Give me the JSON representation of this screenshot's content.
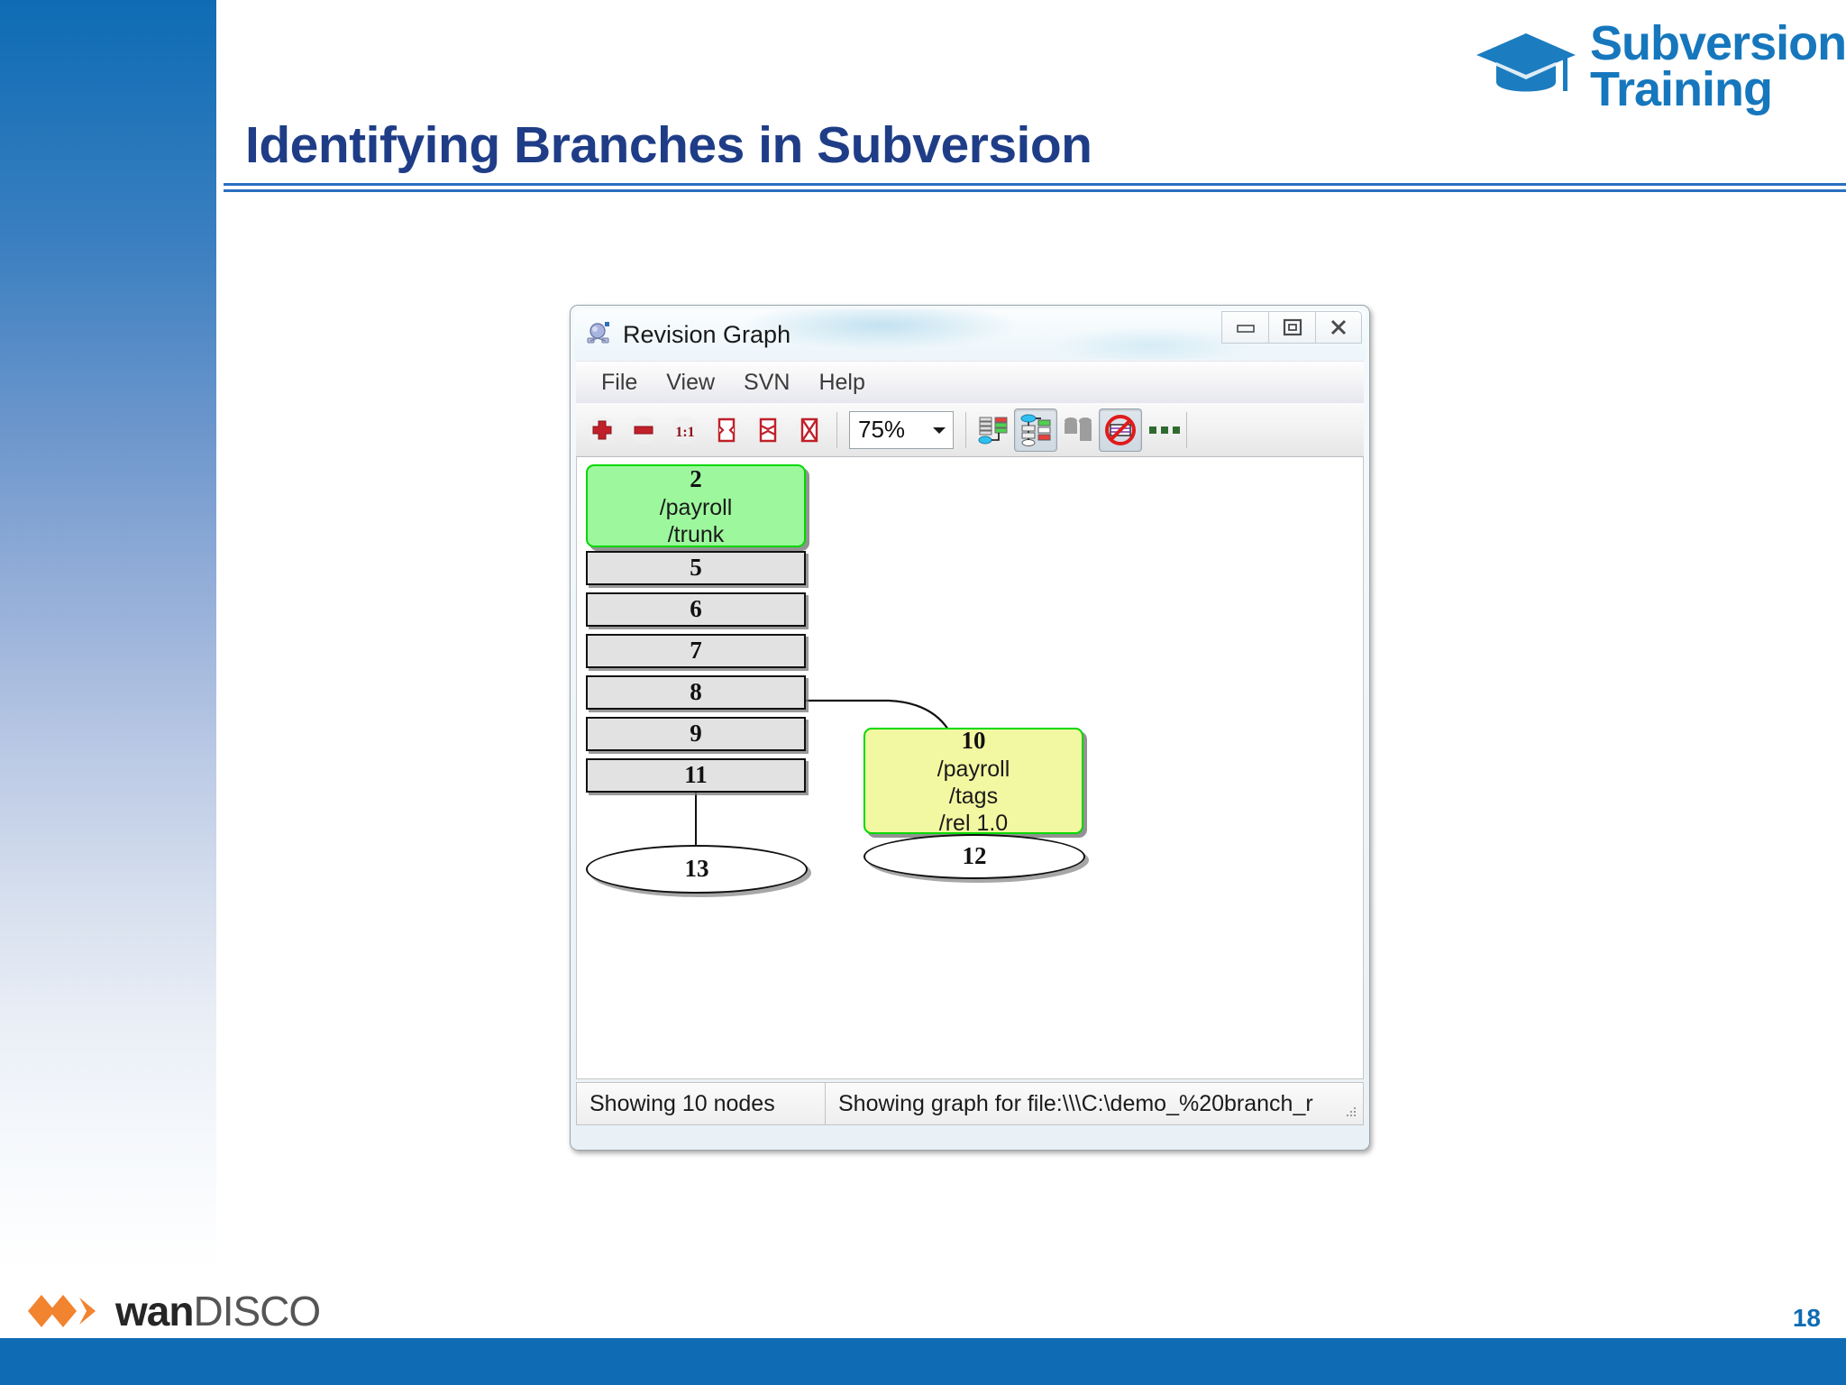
{
  "slide": {
    "title": "Identifying Branches in Subversion",
    "page_number": "18",
    "accent_blue": "#0f6cb4",
    "title_color": "#1f3d87"
  },
  "header": {
    "logo_line1": "Subversion",
    "logo_line2": "Training",
    "logo_icon": "graduation-cap-icon",
    "logo_color": "#1677bd"
  },
  "footer": {
    "brand_wan": "wan",
    "brand_disco": "DISCO",
    "mark_color": "#f2832f"
  },
  "window": {
    "title": "Revision Graph",
    "app_icon": "revision-graph-icon",
    "controls": {
      "minimize": "minimize-icon",
      "maximize": "maximize-icon",
      "close": "close-icon"
    },
    "menu": [
      {
        "label": "File"
      },
      {
        "label": "View"
      },
      {
        "label": "SVN"
      },
      {
        "label": "Help"
      }
    ],
    "toolbar": {
      "buttons": [
        {
          "name": "zoom-in-icon",
          "pressed": false
        },
        {
          "name": "zoom-out-icon",
          "pressed": false
        },
        {
          "name": "zoom-100-icon",
          "pressed": false
        },
        {
          "name": "fit-width-icon",
          "pressed": false
        },
        {
          "name": "fit-height-icon",
          "pressed": false
        },
        {
          "name": "fit-all-icon",
          "pressed": false
        }
      ],
      "zoom_value": "75%",
      "right_buttons": [
        {
          "name": "show-all-revisions-icon",
          "pressed": false
        },
        {
          "name": "group-branches-icon",
          "pressed": true
        },
        {
          "name": "show-heads-only-icon",
          "pressed": false
        },
        {
          "name": "hide-tags-icon",
          "pressed": true
        }
      ],
      "overflow": "overflow-dots-icon"
    },
    "statusbar": {
      "nodes_text": "Showing 10 nodes",
      "graph_text": "Showing graph for file:\\\\\\C:\\demo_%20branch_r"
    }
  },
  "graph": {
    "nodes": [
      {
        "id": "n2",
        "type": "branch",
        "rev": "2",
        "lines": [
          "/payroll",
          "/trunk"
        ]
      },
      {
        "id": "n5",
        "type": "rev",
        "rev": "5",
        "lines": []
      },
      {
        "id": "n6",
        "type": "rev",
        "rev": "6",
        "lines": []
      },
      {
        "id": "n7",
        "type": "rev",
        "rev": "7",
        "lines": []
      },
      {
        "id": "n8",
        "type": "rev",
        "rev": "8",
        "lines": []
      },
      {
        "id": "n9",
        "type": "rev",
        "rev": "9",
        "lines": []
      },
      {
        "id": "n11",
        "type": "rev",
        "rev": "11",
        "lines": []
      },
      {
        "id": "n13",
        "type": "ellipse",
        "rev": "13",
        "lines": []
      },
      {
        "id": "n10",
        "type": "tag",
        "rev": "10",
        "lines": [
          "/payroll",
          "/tags",
          "/rel 1.0"
        ]
      },
      {
        "id": "n12",
        "type": "ellipse",
        "rev": "12",
        "lines": []
      }
    ],
    "node_count": 10,
    "colors": {
      "branch_fill": "#9df79d",
      "tag_fill": "#f2f7a1",
      "node_border": "#00d900",
      "rev_fill": "#e2e2e2"
    }
  }
}
